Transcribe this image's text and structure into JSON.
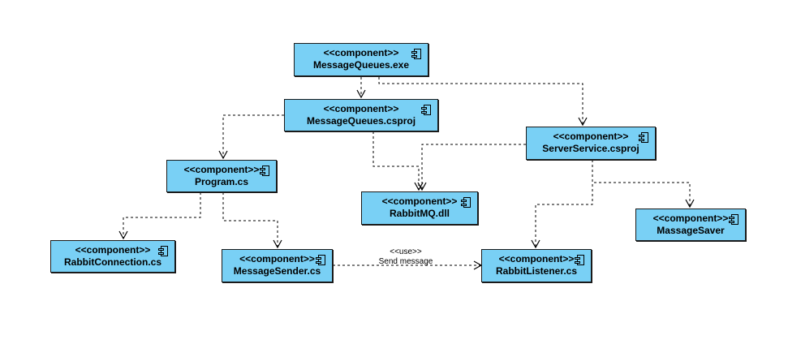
{
  "diagram": {
    "stereotype": "<<component>>",
    "nodes": [
      {
        "id": "mq_exe",
        "label": "MessageQueues.exe"
      },
      {
        "id": "mq_csproj",
        "label": "MessageQueues.csproj"
      },
      {
        "id": "server_csproj",
        "label": "ServerService.csproj"
      },
      {
        "id": "program",
        "label": "Program.cs"
      },
      {
        "id": "rabbitmq_dll",
        "label": "RabbitMQ.dll"
      },
      {
        "id": "massage_saver",
        "label": "MassageSaver"
      },
      {
        "id": "rabbit_conn",
        "label": "RabbitConnection.cs"
      },
      {
        "id": "msg_sender",
        "label": "MessageSender.cs"
      },
      {
        "id": "rabbit_listener",
        "label": "RabbitListener.cs"
      }
    ],
    "edges": [
      {
        "from": "mq_exe",
        "to": "mq_csproj"
      },
      {
        "from": "mq_exe",
        "to": "server_csproj"
      },
      {
        "from": "mq_csproj",
        "to": "program"
      },
      {
        "from": "mq_csproj",
        "to": "rabbitmq_dll"
      },
      {
        "from": "server_csproj",
        "to": "rabbitmq_dll"
      },
      {
        "from": "server_csproj",
        "to": "rabbit_listener"
      },
      {
        "from": "server_csproj",
        "to": "massage_saver"
      },
      {
        "from": "program",
        "to": "rabbit_conn"
      },
      {
        "from": "program",
        "to": "msg_sender"
      },
      {
        "from": "msg_sender",
        "to": "rabbit_listener",
        "stereotype": "<<use>>",
        "label": "Send message"
      }
    ]
  }
}
